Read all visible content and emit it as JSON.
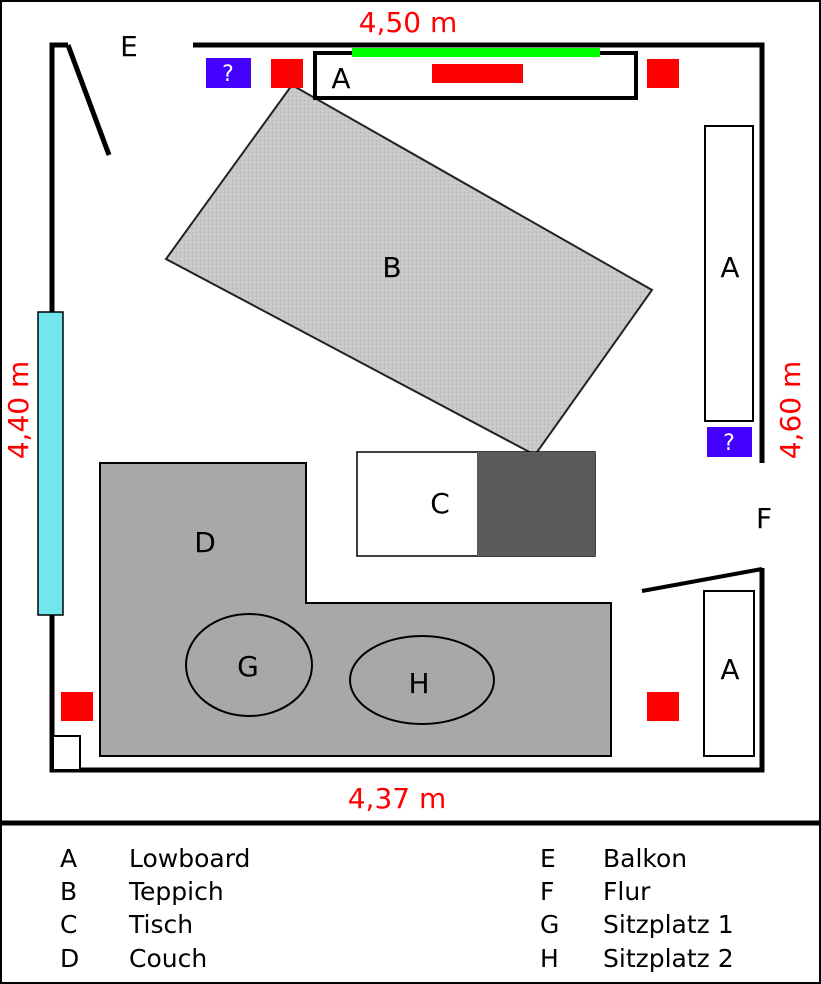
{
  "title": "Wohnzimmer Grundriss",
  "dimensions": {
    "top": "4,50 m",
    "left": "4,40 m",
    "right": "4,60 m",
    "bottom": "4,37 m"
  },
  "labels": {
    "A": "A",
    "B": "B",
    "C": "C",
    "D": "D",
    "E": "E",
    "F": "F",
    "G": "G",
    "H": "H",
    "unknown": "?"
  },
  "colors": {
    "wall": "#000000",
    "dimension": "#ff0000",
    "window": "#72e6ee",
    "light": "#00ff00",
    "speaker": "#ff0000",
    "unknown": "#4400ff",
    "carpet": "#c8c8c8",
    "couch": "#a8a8a8",
    "table_dark": "#5a5a5a"
  },
  "legend": [
    {
      "key": "A",
      "name": "Lowboard"
    },
    {
      "key": "B",
      "name": "Teppich"
    },
    {
      "key": "C",
      "name": "Tisch"
    },
    {
      "key": "D",
      "name": "Couch"
    },
    {
      "key": "E",
      "name": "Balkon"
    },
    {
      "key": "F",
      "name": "Flur"
    },
    {
      "key": "G",
      "name": "Sitzplatz 1"
    },
    {
      "key": "H",
      "name": "Sitzplatz 2"
    }
  ]
}
